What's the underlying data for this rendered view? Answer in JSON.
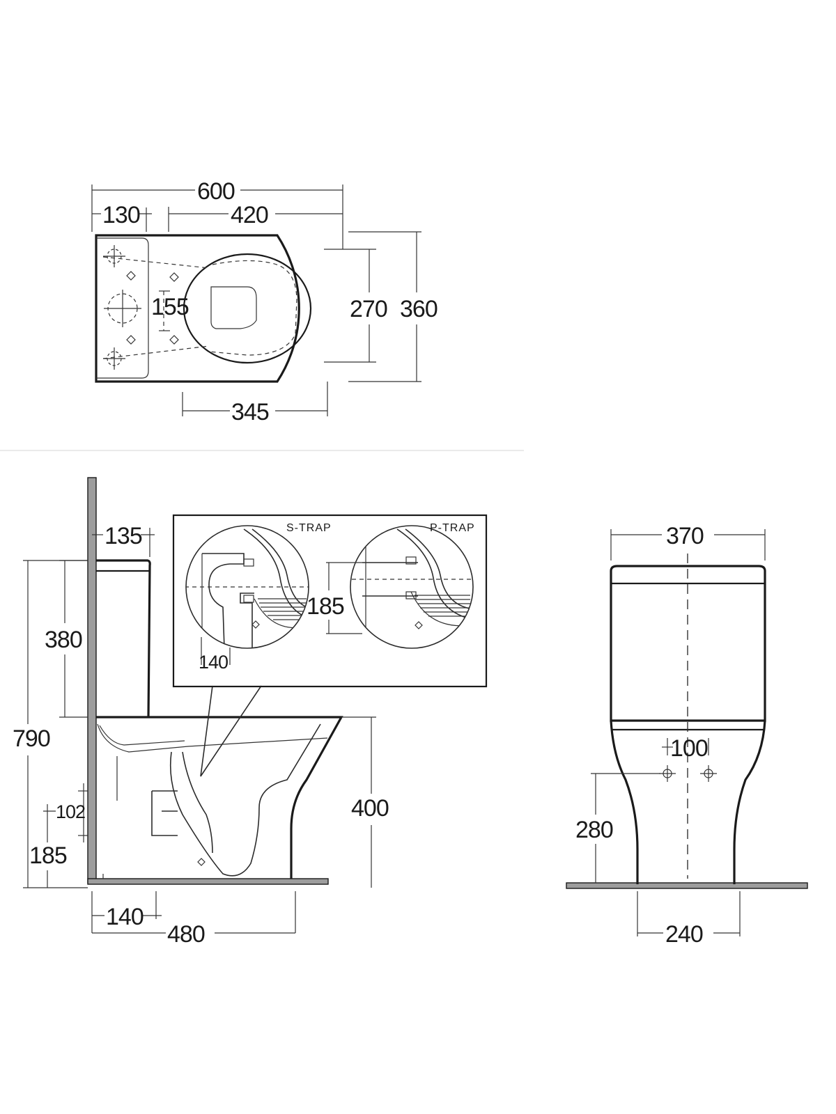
{
  "plan_view": {
    "dim_overall_length": "600",
    "dim_cistern_depth": "130",
    "dim_bowl_length": "420",
    "dim_fixing_spacing": "155",
    "dim_seat_width": "270",
    "dim_overall_width": "360",
    "dim_seat_length": "345"
  },
  "side_view": {
    "dim_wall_to_cistern": "135",
    "dim_cistern_height": "380",
    "dim_overall_height": "790",
    "dim_waste_dia": "102",
    "dim_waste_height": "185",
    "dim_bowl_height": "400",
    "dim_wall_to_waste": "140",
    "dim_projection": "480"
  },
  "trap_detail": {
    "label_s_trap": "S-TRAP",
    "label_p_trap": "P-TRAP",
    "dim_p_trap_height": "185",
    "dim_s_trap_offset": "140"
  },
  "front_view": {
    "dim_cistern_width": "370",
    "dim_fixing_centres": "100",
    "dim_fixing_height": "280",
    "dim_pan_base_width": "240"
  }
}
